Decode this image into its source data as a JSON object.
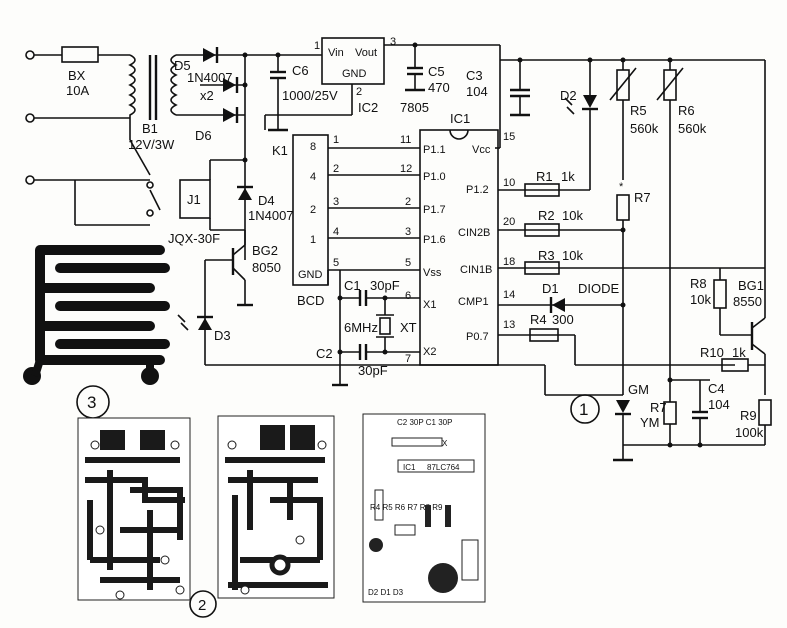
{
  "caption": "",
  "callouts": [
    "1",
    "2",
    "3"
  ],
  "components": {
    "fuse": {
      "name": "BX",
      "rating": "10A"
    },
    "transformer": {
      "name": "B1",
      "rating": "12V/3W"
    },
    "d5": {
      "name": "D5",
      "part": "1N4007",
      "count": "x2"
    },
    "d6": {
      "name": "D6"
    },
    "c6": {
      "name": "C6",
      "value": "1000/25V"
    },
    "ic2": {
      "name": "IC2",
      "part": "7805",
      "vin": "Vin",
      "vout": "Vout",
      "gnd": "GND",
      "pin1": "1",
      "pin2": "2",
      "pin3": "3"
    },
    "c5": {
      "name": "C5",
      "value": "470"
    },
    "c3": {
      "name": "C3",
      "value": "104"
    },
    "relay": {
      "name": "J1",
      "part": "JQX-30F"
    },
    "k1": {
      "name": "K1"
    },
    "d4": {
      "name": "D4",
      "part": "1N4007"
    },
    "bg2": {
      "name": "BG2",
      "part": "8050"
    },
    "d3": {
      "name": "D3"
    },
    "bcd": {
      "name": "BCD",
      "bits": [
        "8",
        "4",
        "2",
        "1"
      ],
      "gnd": "GND",
      "pins": [
        "1",
        "2",
        "3",
        "4",
        "5"
      ]
    },
    "ic1": {
      "name": "IC1",
      "left": [
        "P1.1",
        "P1.0",
        "P1.7",
        "P1.6",
        "Vss",
        "X1",
        "X2"
      ],
      "right": [
        "Vcc",
        "P1.2",
        "CIN2B",
        "CIN1B",
        "CMP1",
        "P0.7"
      ],
      "lnum": [
        "11",
        "12",
        "2",
        "3",
        "5",
        "6",
        "7"
      ],
      "rnum": [
        "15",
        "10",
        "20",
        "18",
        "14",
        "13"
      ]
    },
    "c1": {
      "name": "C1",
      "value": "30pF"
    },
    "c2": {
      "name": "C2",
      "value": "30pF"
    },
    "xt": {
      "name": "XT",
      "freq": "6MHz"
    },
    "r1": {
      "name": "R1",
      "value": "1k"
    },
    "r2": {
      "name": "R2",
      "value": "10k"
    },
    "r3": {
      "name": "R3",
      "value": "10k"
    },
    "r4": {
      "name": "R4",
      "value": "300"
    },
    "d1": {
      "name": "D1",
      "part": "DIODE"
    },
    "d2": {
      "name": "D2"
    },
    "r5": {
      "name": "R5",
      "value": "560k"
    },
    "r6": {
      "name": "R6",
      "value": "560k"
    },
    "r7": {
      "name": "R7",
      "star": "*"
    },
    "r8": {
      "name": "R8",
      "value": "10k"
    },
    "bg1": {
      "name": "BG1",
      "part": "8550"
    },
    "r10": {
      "name": "R10",
      "value": "1k"
    },
    "gm": {
      "name": "GM",
      "part": "YM"
    },
    "c4": {
      "name": "C4",
      "value": "104"
    },
    "r9": {
      "name": "R9",
      "value": "100k"
    }
  },
  "pcb": {
    "silk": [
      "C2 30P  C1 30P",
      "X",
      "IC1",
      "87LC764",
      "R4 R5 R6 R7 R8 R9",
      "D2 D1 D3"
    ]
  }
}
